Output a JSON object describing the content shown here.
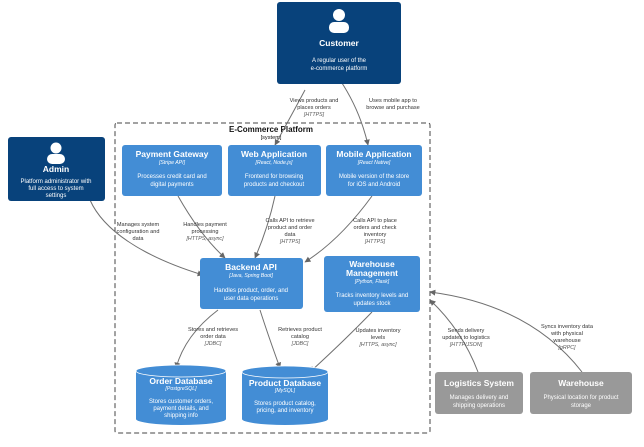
{
  "colors": {
    "person": "#08427b",
    "container": "#438dd5",
    "external": "#999999",
    "edge": "#707070",
    "boundary": "#444444"
  },
  "boundary": {
    "title": "E-Commerce Platform",
    "type": "[system]"
  },
  "nodes": {
    "customer": {
      "title": "Customer",
      "desc": [
        "A regular user of the",
        "e-commerce  platform"
      ]
    },
    "admin": {
      "title": "Admin",
      "desc": [
        "Platform  administrator  with",
        "full access to system",
        "settings"
      ]
    },
    "payment_gateway": {
      "title": "Payment Gateway",
      "tech": "[Stripe  API]",
      "desc": [
        "Processes credit card and",
        "digital  payments"
      ]
    },
    "web_application": {
      "title": "Web Application",
      "tech": "[React,  Node.js]",
      "desc": [
        "Frontend for browsing",
        "products and checkout"
      ]
    },
    "mobile_application": {
      "title": "Mobile Application",
      "tech": "[React  Native]",
      "desc": [
        "Mobile version of the store",
        "for iOS and Android"
      ]
    },
    "backend_api": {
      "title": "Backend  API",
      "tech": "[Java,  Spring  Boot]",
      "desc": [
        "Handles product, order, and",
        "user data  operations"
      ]
    },
    "warehouse_management": {
      "title": [
        "Warehouse",
        "Management"
      ],
      "tech": "[Python,  Flask]",
      "desc": [
        "Tracks inventory levels and",
        "updates stock"
      ]
    },
    "order_database": {
      "title": "Order  Database",
      "tech": "[PostgreSQL]",
      "desc": [
        "Stores customer orders,",
        "payment details, and",
        "shipping  info"
      ]
    },
    "product_database": {
      "title": "Product  Database",
      "tech": "[MySQL]",
      "desc": [
        "Stores product catalog,",
        "pricing, and  inventory"
      ]
    },
    "logistics_system": {
      "title": "Logistics  System",
      "desc": [
        "Manages delivery and",
        "shipping  operations"
      ]
    },
    "warehouse": {
      "title": "Warehouse",
      "desc": [
        "Physical location for product",
        "storage"
      ]
    }
  },
  "edges": {
    "customer_to_web": {
      "lines": [
        "Views  products  and",
        "places  orders"
      ],
      "tech": "[HTTPS]"
    },
    "customer_to_mobile": {
      "lines": [
        "Uses mobile  app to",
        "browse and  purchase"
      ],
      "tech": ""
    },
    "admin_to_backend": {
      "lines": [
        "Manages  system",
        "configuration  and",
        "data"
      ],
      "tech": ""
    },
    "payment_to_backend": {
      "lines": [
        "Handles  payment",
        "processing"
      ],
      "tech": "[HTTPS,  async]"
    },
    "web_to_backend": {
      "lines": [
        "Calls API to  retrieve",
        "product  and order",
        "data"
      ],
      "tech": "[HTTPS]"
    },
    "mobile_to_backend": {
      "lines": [
        "Calls API to place",
        "orders and  check",
        "inventory"
      ],
      "tech": "[HTTPS]"
    },
    "backend_to_orderdb": {
      "lines": [
        "Stores  and  retrieves",
        "order  data"
      ],
      "tech": "[JDBC]"
    },
    "backend_to_productdb": {
      "lines": [
        "Retrieves  product",
        "catalog"
      ],
      "tech": "[JDBC]"
    },
    "warehouse_mgmt_to_productdb": {
      "lines": [
        "Updates  inventory",
        "levels"
      ],
      "tech": "[HTTPS,  async]"
    },
    "logistics_to_warehouse_mgmt": {
      "lines": [
        "Sends  delivery",
        "updates to  logistics"
      ],
      "tech": "[HTTP/JSON]"
    },
    "warehouse_to_warehouse_mgmt": {
      "lines": [
        "Syncs  inventory  data",
        "with  physical",
        "warehouse"
      ],
      "tech": "[gRPC]"
    }
  }
}
